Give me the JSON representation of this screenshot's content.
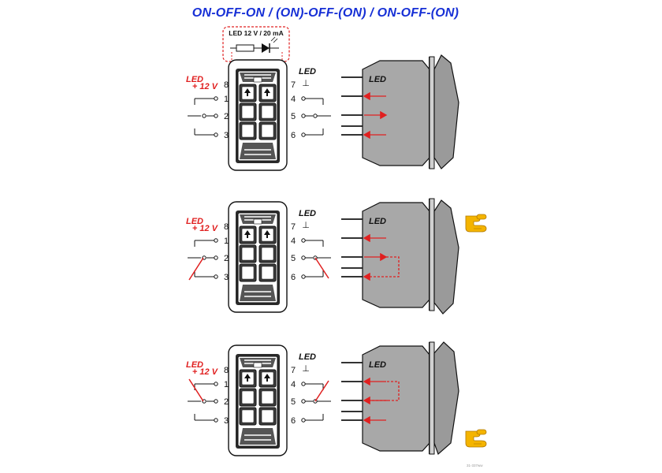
{
  "title": "ON-OFF-ON / (ON)-OFF-(ON) / ON-OFF-(ON)",
  "led_spec": "LED 12 V / 20 mA",
  "left_led_label": "LED",
  "left_voltage_label": "+ 12 V",
  "right_led_label": "LED",
  "ground_symbol": "⊥",
  "body_led_label": "LED",
  "pins_left": [
    "8",
    "1",
    "2",
    "3"
  ],
  "pins_right": [
    "7",
    "4",
    "5",
    "6"
  ],
  "footnote": "31-337ww",
  "colors": {
    "title": "#1730d6",
    "accent_red": "#e02020",
    "body_gray": "#a8a8a8",
    "hand_yellow": "#f4b400"
  },
  "rows": [
    {
      "state": "left-rocker",
      "hand": "none"
    },
    {
      "state": "center-momentary-up",
      "hand": "top"
    },
    {
      "state": "center-momentary-down",
      "hand": "bottom"
    }
  ]
}
